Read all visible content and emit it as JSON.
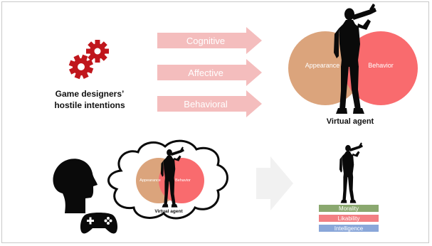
{
  "top": {
    "designers_label_line1": "Game designers’",
    "designers_label_line2": "hostile intentions",
    "arrows": [
      {
        "label": "Cognitive"
      },
      {
        "label": "Affective"
      },
      {
        "label": "Behavioral"
      }
    ],
    "venn": {
      "left_label": "Appearance",
      "right_label": "Behavior",
      "caption": "Virtual agent"
    }
  },
  "bottom": {
    "thought_bubble": {
      "left_label": "Appearance",
      "right_label": "Behavior",
      "caption": "Virtual agent"
    },
    "ratings": [
      {
        "label": "Morality"
      },
      {
        "label": "Likability"
      },
      {
        "label": "Intelligence"
      }
    ]
  },
  "colors": {
    "gear": "#c0161c",
    "arrow": "#f4bdbd",
    "appearance": "#dba47c",
    "behavior": "#f96b6e",
    "morality": "#8aa86f",
    "likability": "#f27f83",
    "intelligence": "#8aa7d9",
    "big_arrow": "#f1f1f1"
  },
  "icons": {
    "gears": "gears-icon",
    "soldier": "soldier-silhouette-icon",
    "head": "human-head-icon",
    "gamepad": "gamepad-icon"
  }
}
